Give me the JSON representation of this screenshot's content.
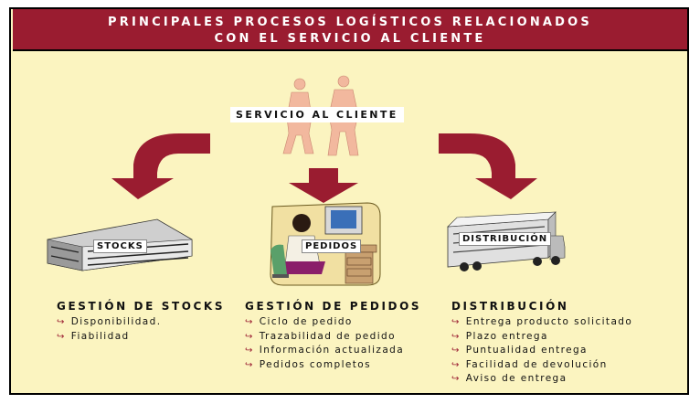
{
  "title": {
    "line1": "PRINCIPALES PROCESOS LOGÍSTICOS RELACIONADOS",
    "line2": "CON EL SERVICIO AL CLIENTE"
  },
  "center_label": "SERVICIO AL CLIENTE",
  "icon_labels": {
    "stocks": "STOCKS",
    "pedidos": "PEDIDOS",
    "distribucion": "DISTRIBUCIÓN"
  },
  "columns": [
    {
      "heading": "GESTIÓN DE STOCKS",
      "items": [
        "Disponibilidad.",
        "Fiabilidad"
      ]
    },
    {
      "heading": "GESTIÓN DE PEDIDOS",
      "items": [
        "Ciclo de pedido",
        "Trazabilidad de pedido",
        "Información actualizada",
        "Pedidos completos"
      ]
    },
    {
      "heading": "DISTRIBUCIÓN",
      "items": [
        "Entrega producto solicitado",
        "Plazo entrega",
        "Puntualidad entrega",
        "Facilidad de devolución",
        "Aviso de entrega"
      ]
    }
  ],
  "colors": {
    "header_bg": "#9a1c30",
    "arrow": "#9a1c30",
    "panel_bg": "#fbf4c0",
    "figures": "#f2b89e"
  },
  "icons": [
    "people-icon",
    "building-icon",
    "office-worker-icon",
    "truck-icon",
    "arrow-icon"
  ]
}
